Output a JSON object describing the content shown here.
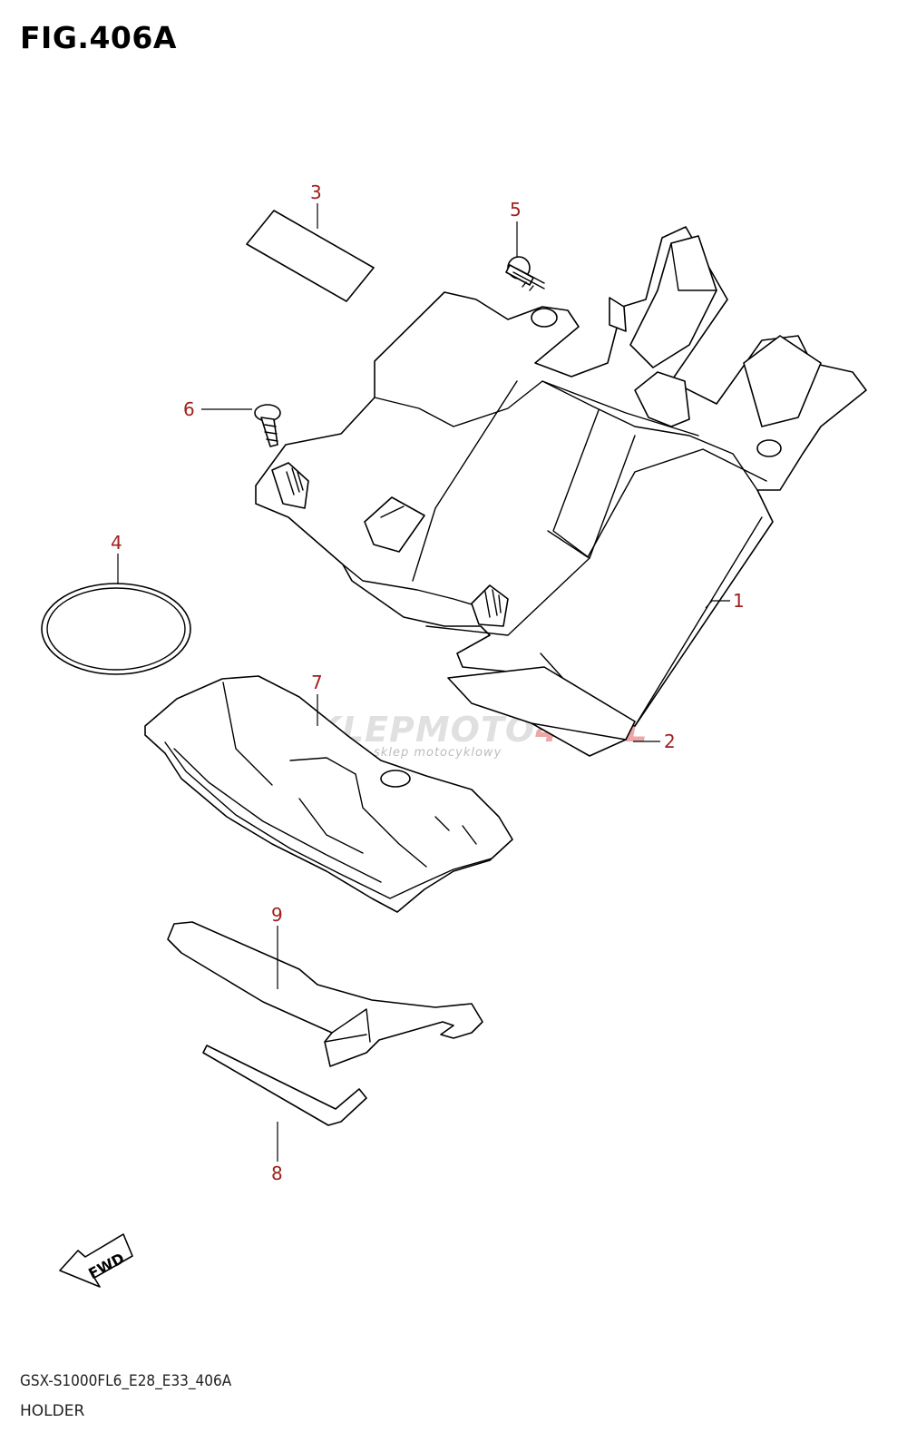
{
  "figure": {
    "title": "FIG.406A",
    "code": "GSX-S1000FL6_E28_E33_406A",
    "subtitle": "HOLDER"
  },
  "callouts": [
    "1",
    "2",
    "3",
    "4",
    "5",
    "6",
    "7",
    "8",
    "9"
  ],
  "watermark": {
    "text_main": "SKLEPMOTO",
    "text_accent": "46.PL",
    "tagline": "internetowy sklep motocyklowy"
  },
  "fwd_label": "FWD",
  "colors": {
    "callout": "#a0201c",
    "line": "#000000"
  }
}
